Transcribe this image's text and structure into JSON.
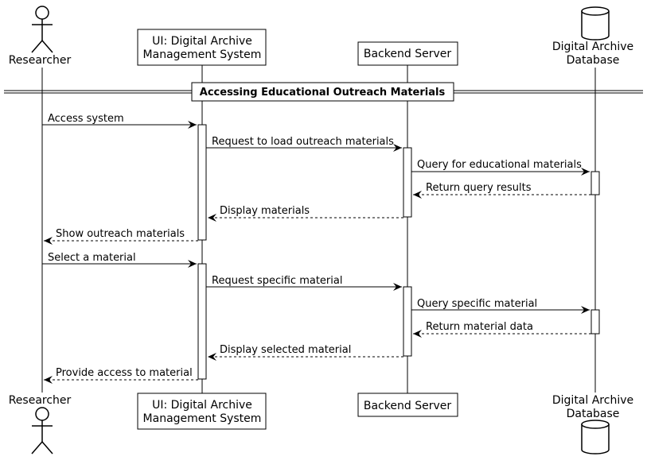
{
  "participants": {
    "researcher": {
      "lines": [
        "Researcher"
      ],
      "kind": "actor"
    },
    "ui": {
      "lines": [
        "UI: Digital Archive",
        "Management System"
      ],
      "kind": "box"
    },
    "backend": {
      "lines": [
        "Backend Server"
      ],
      "kind": "box"
    },
    "db": {
      "lines": [
        "Digital Archive",
        "Database"
      ],
      "kind": "database"
    }
  },
  "group": {
    "title": "Accessing Educational Outreach Materials"
  },
  "messages": [
    {
      "from": "researcher",
      "to": "ui",
      "label": "Access system",
      "style": "solid"
    },
    {
      "from": "ui",
      "to": "backend",
      "label": "Request to load outreach materials",
      "style": "solid"
    },
    {
      "from": "backend",
      "to": "db",
      "label": "Query for educational materials",
      "style": "solid"
    },
    {
      "from": "db",
      "to": "backend",
      "label": "Return query results",
      "style": "dashed"
    },
    {
      "from": "backend",
      "to": "ui",
      "label": "Display materials",
      "style": "dashed"
    },
    {
      "from": "ui",
      "to": "researcher",
      "label": "Show outreach materials",
      "style": "dashed"
    },
    {
      "from": "researcher",
      "to": "ui",
      "label": "Select a material",
      "style": "solid"
    },
    {
      "from": "ui",
      "to": "backend",
      "label": "Request specific material",
      "style": "solid"
    },
    {
      "from": "backend",
      "to": "db",
      "label": "Query specific material",
      "style": "solid"
    },
    {
      "from": "db",
      "to": "backend",
      "label": "Return material data",
      "style": "dashed"
    },
    {
      "from": "backend",
      "to": "ui",
      "label": "Display selected material",
      "style": "dashed"
    },
    {
      "from": "ui",
      "to": "researcher",
      "label": "Provide access to material",
      "style": "dashed"
    }
  ]
}
